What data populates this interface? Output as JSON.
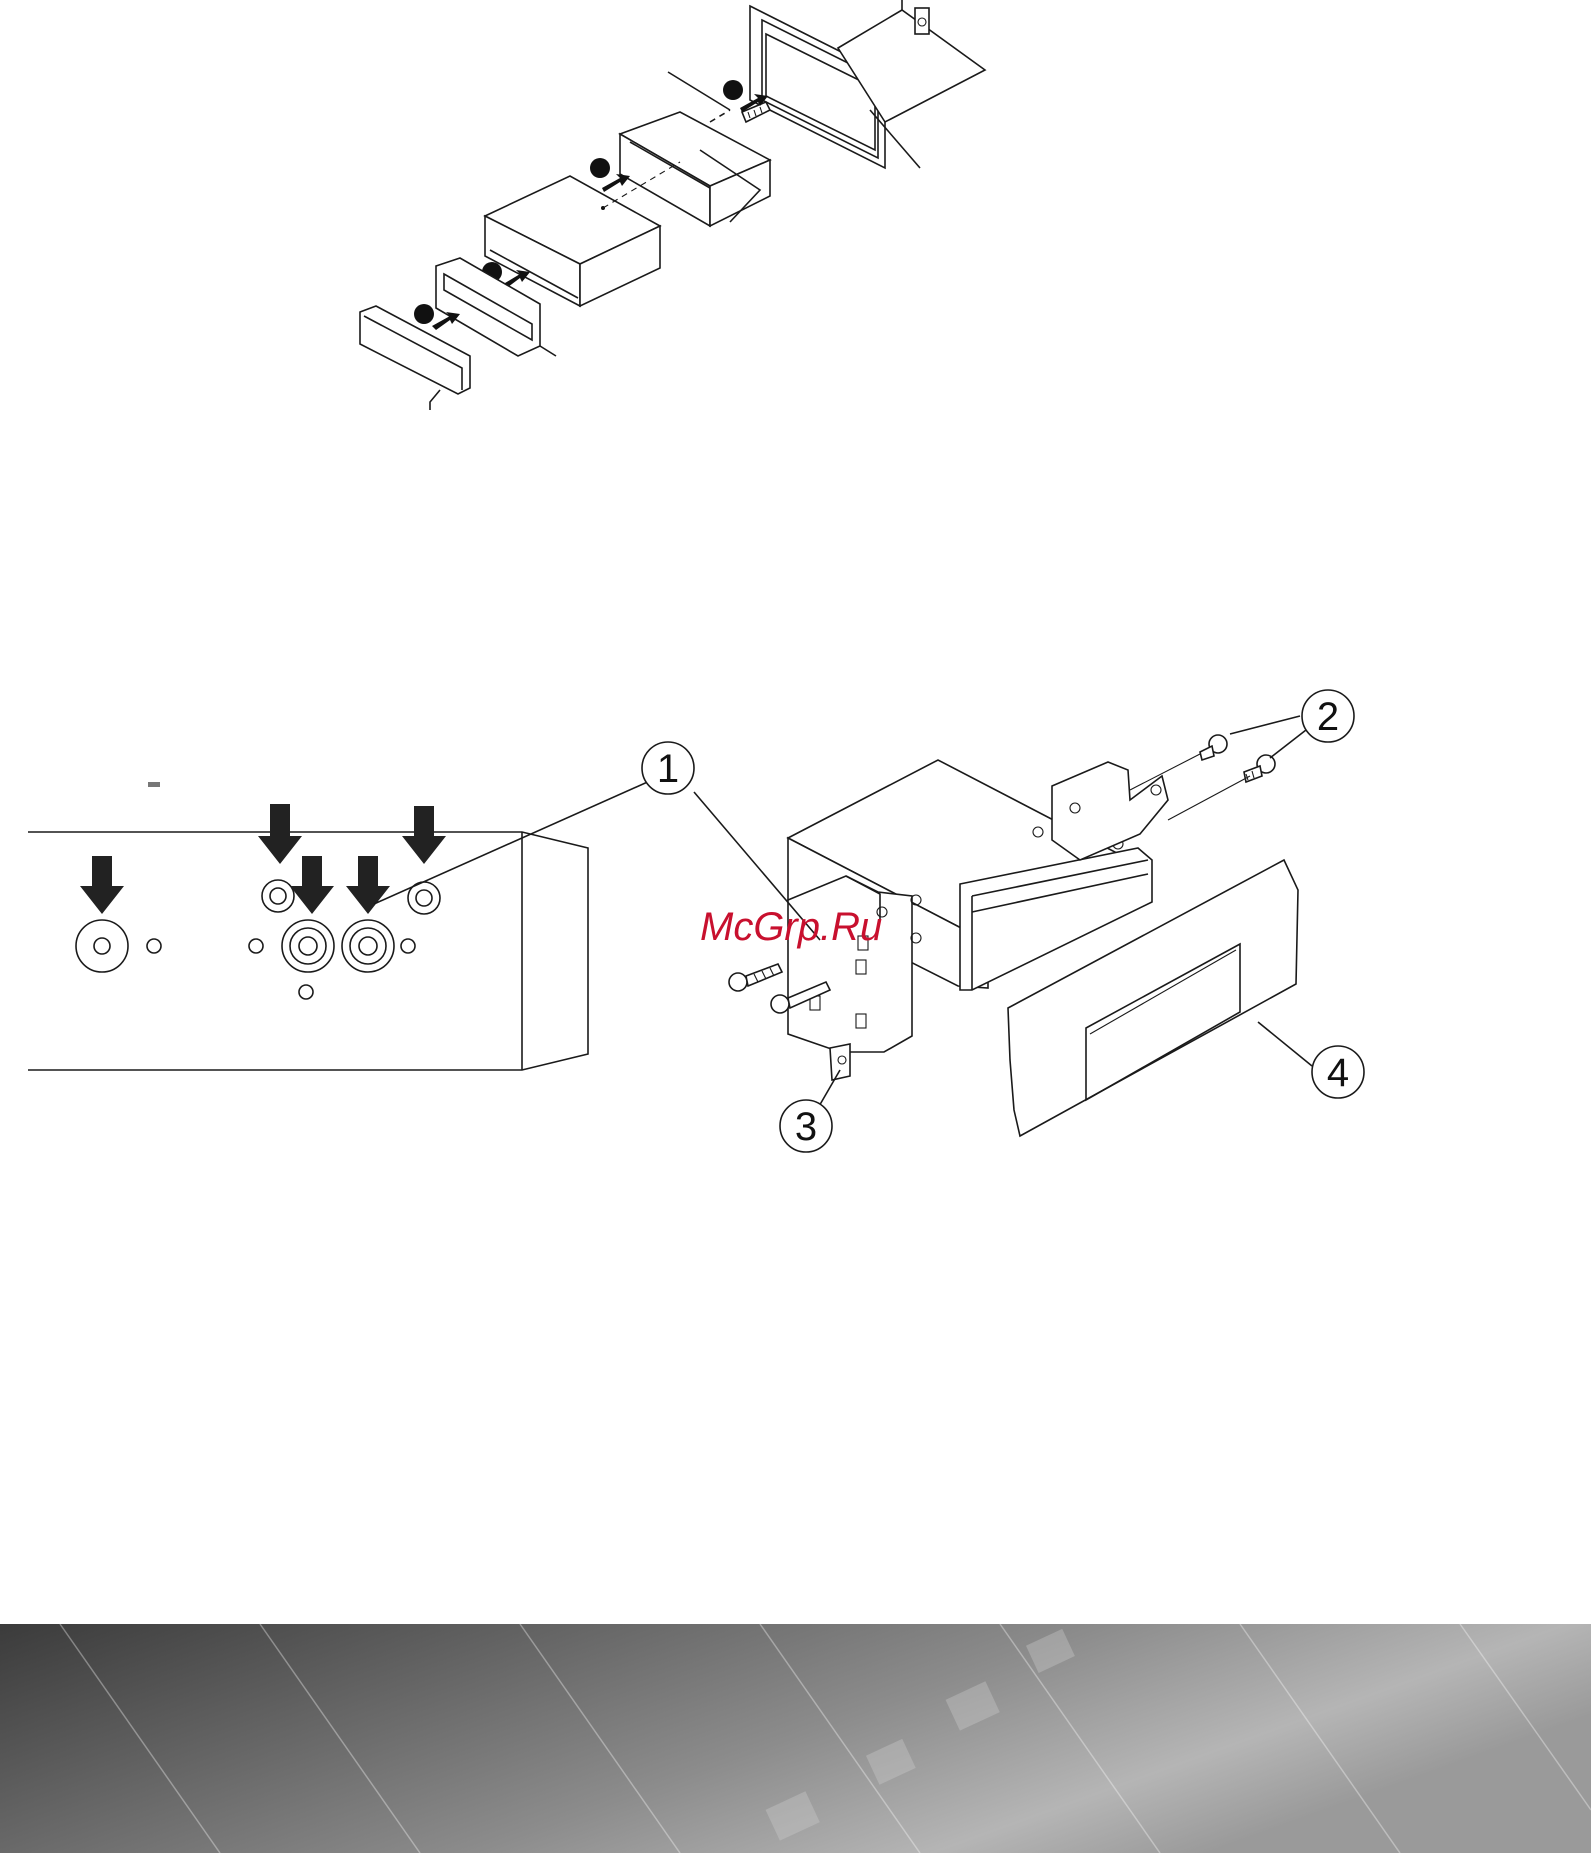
{
  "callouts": [
    {
      "id": "1",
      "label": "1"
    },
    {
      "id": "2",
      "label": "2"
    },
    {
      "id": "3",
      "label": "3"
    },
    {
      "id": "4",
      "label": "4"
    }
  ],
  "watermark": "McGrp.Ru",
  "colors": {
    "line": "#1a1a1a",
    "watermark": "#c8102e",
    "banner_dark": "#3a3a3a",
    "banner_light": "#a8a8a8"
  }
}
